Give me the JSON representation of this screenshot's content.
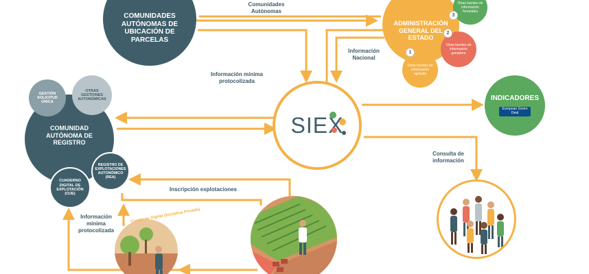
{
  "nodes": {
    "ccaa_parcelas": "COMUNIDADES AUTÓNOMAS DE UBICACIÓN DE PARCELAS",
    "age": "ADMINISTRACIÓN GENERAL DEL ESTADO",
    "siex": "SIEX",
    "registro": "COMUNIDAD AUTÓNOMA DE REGISTRO",
    "gestion": "GESTIÓN SOLICITUD ÚNICA",
    "otras": "OTRAS GESTIONES AUTONÓMICAS",
    "rea": "REGISTRO DE EXPLOTACIONES AUTONÓMICO (REA)",
    "cue": "CUADERNO DIGITAL DE EXPLOTACIÓN (CUE)",
    "indicadores": "INDICADORES",
    "eu_badge": "European Green Deal"
  },
  "sources": [
    {
      "num": "1",
      "label": "Otras fuentes de información agrícola"
    },
    {
      "num": "2",
      "label": "Otras fuentes de información ganadera"
    },
    {
      "num": "3",
      "label": "Otras fuentes de información forestales"
    }
  ],
  "edge_labels": {
    "ccaa": "Comunidades Autónomas",
    "nacional": "Información Nacional",
    "minima_top": "Información mínima protocolizada",
    "consulta": "Consulta de información",
    "inscripcion": "Inscripción explotaciones",
    "minima_bottom": "Información mínima protocolizada",
    "cuaderno_curve": "Cuaderno Digital (Iniciativa Privada)"
  },
  "colors": {
    "teal": "#3f5e6a",
    "arrow": "#f4b146",
    "indicators": "#5aa95f",
    "eu_blue": "#0d4c8b"
  }
}
